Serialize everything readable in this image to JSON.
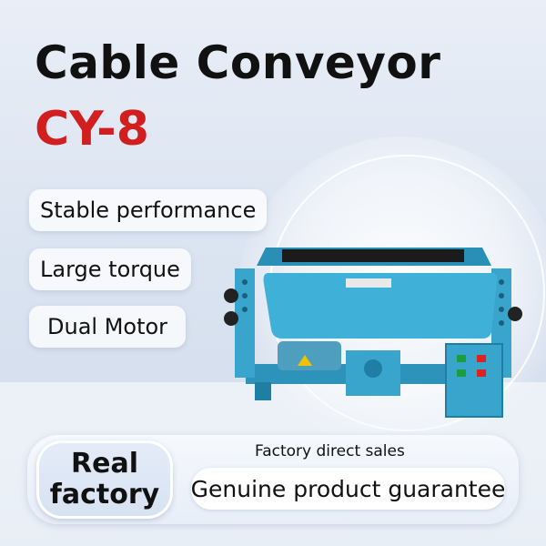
{
  "headline": {
    "title": "Cable Conveyor",
    "model": "CY-8"
  },
  "features": [
    {
      "label": "Stable performance"
    },
    {
      "label": "Large torque"
    },
    {
      "label": "Dual Motor"
    }
  ],
  "badge": {
    "line1": "Real",
    "line2": "factory"
  },
  "promo": {
    "small": "Factory direct sales",
    "large": "Genuine product guarantee"
  },
  "colors": {
    "title": "#111111",
    "model": "#d11f1f",
    "machine_body": "#3aa5cc",
    "machine_dark": "#1f7ea3"
  },
  "product_image": "cable-conveyor-machine"
}
